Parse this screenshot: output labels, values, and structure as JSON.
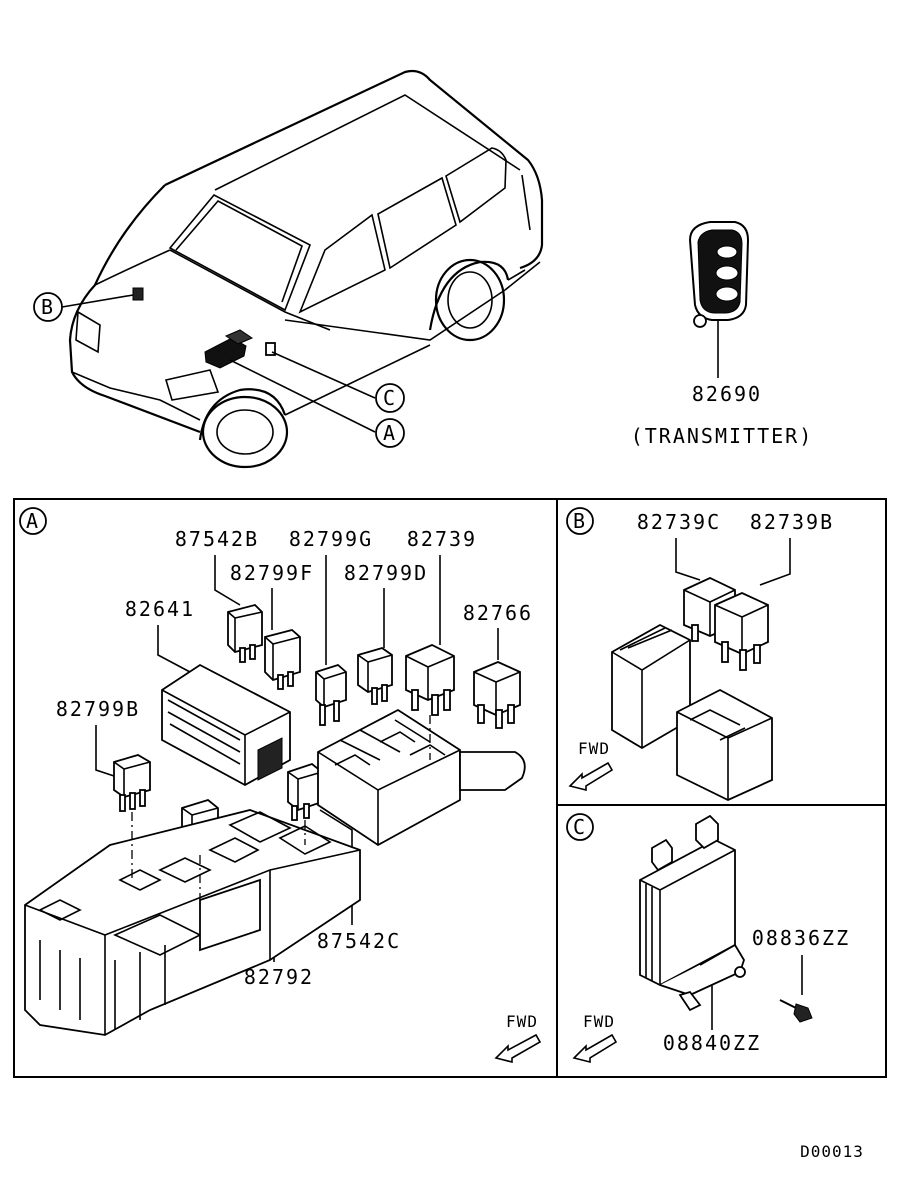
{
  "callouts": {
    "A": "A",
    "B": "B",
    "C": "C"
  },
  "top": {
    "transmitter_part": "82690",
    "transmitter_caption": "(TRANSMITTER)"
  },
  "panelA": {
    "parts": {
      "p87542B": "87542B",
      "p82799G": "82799G",
      "p82739": "82739",
      "p82799F": "82799F",
      "p82799D": "82799D",
      "p82641": "82641",
      "p82766": "82766",
      "p82799B": "82799B",
      "p87542C": "87542C",
      "p82792": "82792"
    },
    "fwd": "FWD"
  },
  "panelB": {
    "parts": {
      "p82739C": "82739C",
      "p82739B": "82739B"
    },
    "fwd": "FWD"
  },
  "panelC": {
    "parts": {
      "p08836ZZ": "08836ZZ",
      "p08840ZZ": "08840ZZ"
    },
    "fwd": "FWD"
  },
  "footer": {
    "code": "D00013"
  }
}
